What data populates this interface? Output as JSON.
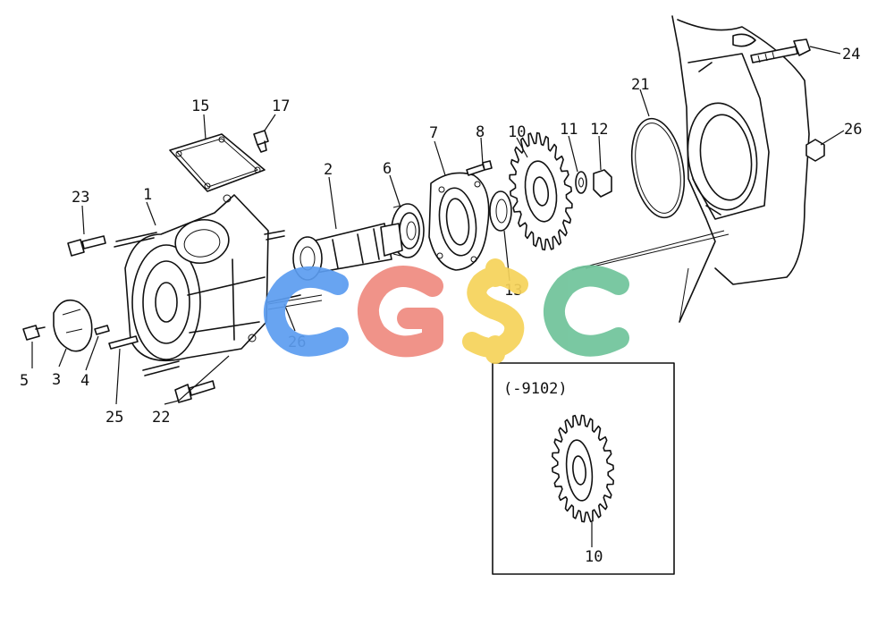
{
  "parts": {
    "p1": "1",
    "p2": "2",
    "p3": "3",
    "p4": "4",
    "p5": "5",
    "p6": "6",
    "p7": "7",
    "p8": "8",
    "p10": "10",
    "p11": "11",
    "p12": "12",
    "p13": "13",
    "p15": "15",
    "p17": "17",
    "p21": "21",
    "p22": "22",
    "p23": "23",
    "p24": "24",
    "p25": "25",
    "p26a": "26",
    "p26b": "26"
  },
  "inset": {
    "label": "(-9102)",
    "part": "10"
  },
  "watermark": {
    "letters": [
      "C",
      "G",
      "S",
      "C"
    ],
    "colors": [
      "#5b9cf0",
      "#ef8a80",
      "#f6d35a",
      "#6fc39a"
    ]
  }
}
